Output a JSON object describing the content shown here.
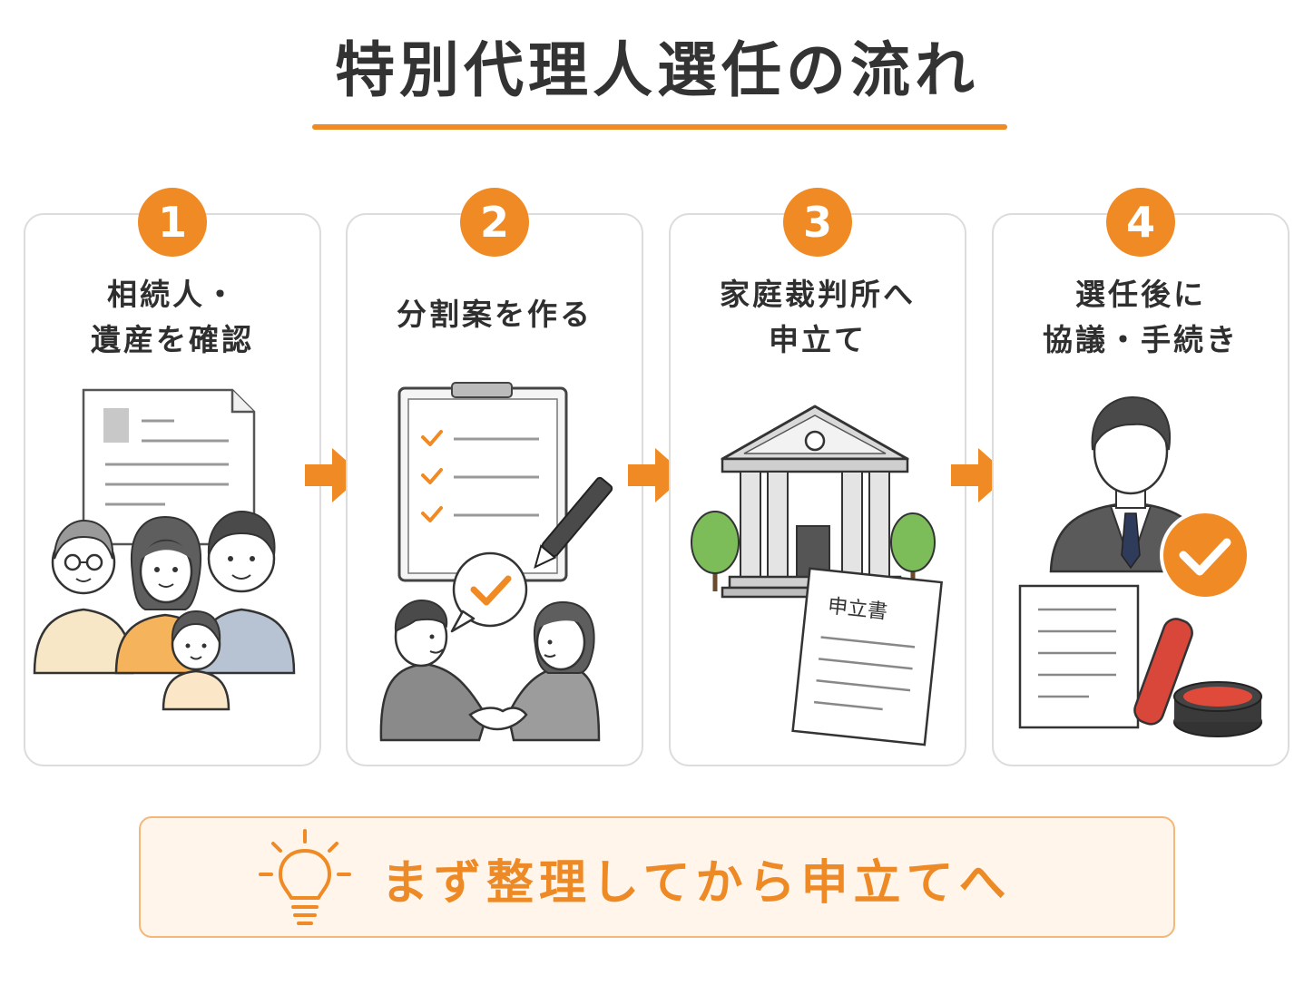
{
  "title": "特別代理人選任の流れ",
  "colors": {
    "accent": "#f08a24",
    "card_border": "#dcdcdc",
    "tip_bg": "#fff5eb",
    "tip_border": "#f3b77a",
    "text": "#2f2f2f"
  },
  "steps": [
    {
      "number": "1",
      "label_lines": [
        "相続人・",
        "遺産を確認"
      ],
      "icon": "family-document-icon"
    },
    {
      "number": "2",
      "label_lines": [
        "分割案を作る"
      ],
      "icon": "clipboard-handshake-icon"
    },
    {
      "number": "3",
      "label_lines": [
        "家庭裁判所へ",
        "申立て"
      ],
      "icon": "courthouse-application-icon",
      "document_title": "申立書"
    },
    {
      "number": "4",
      "label_lines": [
        "選任後に",
        "協議・手続き"
      ],
      "icon": "representative-seal-icon"
    }
  ],
  "tip": {
    "text": "まず整理してから申立てへ",
    "icon": "lightbulb-icon"
  }
}
